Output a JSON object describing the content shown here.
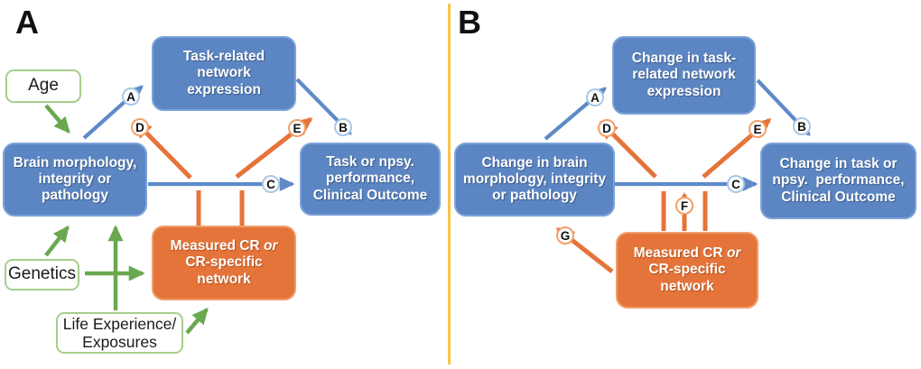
{
  "figure": {
    "panel_a": {
      "title": "A",
      "boxes": {
        "task_network": {
          "lines": [
            "Task-related",
            "network",
            "expression"
          ]
        },
        "brain": {
          "lines": [
            "Brain morphology,",
            "integrity or",
            "pathology"
          ]
        },
        "outcome": {
          "lines": [
            "Task or npsy.",
            "performance,",
            "Clinical Outcome"
          ]
        },
        "measured_cr": {
          "line1_prefix": "Measured CR",
          "line1_italic": "or",
          "line2": "CR-specific",
          "line3": "network"
        },
        "age": {
          "label": "Age"
        },
        "genetics": {
          "label": "Genetics"
        },
        "life_experience": {
          "lines": [
            "Life Experience/",
            "Exposures"
          ]
        }
      },
      "path_labels": {
        "a": "A",
        "b": "B",
        "c": "C",
        "d": "D",
        "e": "E"
      }
    },
    "panel_b": {
      "title": "B",
      "boxes": {
        "task_network": {
          "lines": [
            "Change in task-",
            "related network",
            "expression"
          ]
        },
        "brain": {
          "lines": [
            "Change in brain",
            "morphology, integrity",
            "or pathology"
          ]
        },
        "outcome": {
          "lines": [
            "Change in task or",
            "npsy.  performance,",
            "Clinical Outcome"
          ]
        },
        "measured_cr": {
          "line1_prefix": "Measured CR",
          "line1_italic": "or",
          "line2": "CR-specific",
          "line3": "network"
        }
      },
      "path_labels": {
        "a": "A",
        "b": "B",
        "c": "C",
        "d": "D",
        "e": "E",
        "f": "F",
        "g": "G"
      }
    },
    "colors": {
      "blue_box_fill": "#5b86c3",
      "blue_box_border": "#7da3d8",
      "orange_box_fill": "#e5743a",
      "orange_box_border": "#f09e6c",
      "green_arrow": "#6aa84f",
      "green_box_border": "#a6ce8c",
      "blue_arrow": "#5e8ac8",
      "orange_arrow": "#e5743a",
      "divider_yellow": "#fbc34b",
      "circle_blue_border": "#a8c8e8",
      "circle_orange_border": "#f2a068"
    }
  }
}
